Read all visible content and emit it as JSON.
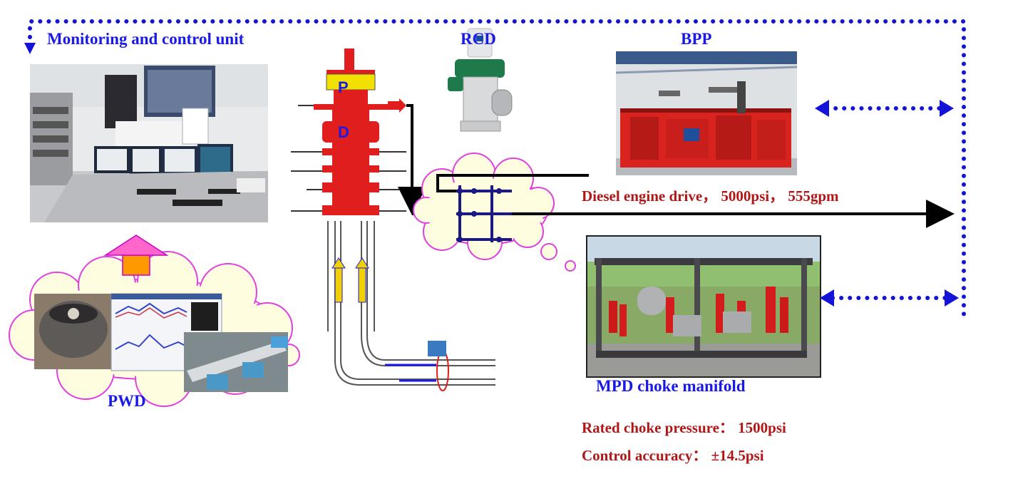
{
  "labels": {
    "monitoring": "Monitoring and control unit",
    "rcd": "RCD",
    "bpp": "BPP",
    "bpp_spec": "Diesel engine drive， 5000psi， 555gpm",
    "pwd": "PWD",
    "choke_title": "MPD choke manifold",
    "choke_pressure": "Rated choke pressure： 1500psi",
    "choke_accuracy": "Control accuracy： ±14.5psi"
  },
  "colors": {
    "title_blue": "#1a1ae6",
    "spec_red": "#b01818",
    "equipment_red": "#e01e1e",
    "signal_blue": "#1414d8",
    "cloud_magenta": "#e040e0",
    "cloud_fill": "#fff9c4",
    "flow_black": "#000000"
  },
  "icons": {
    "signal_line": "dotted-arrow",
    "upload": "up-arrow-icon"
  }
}
